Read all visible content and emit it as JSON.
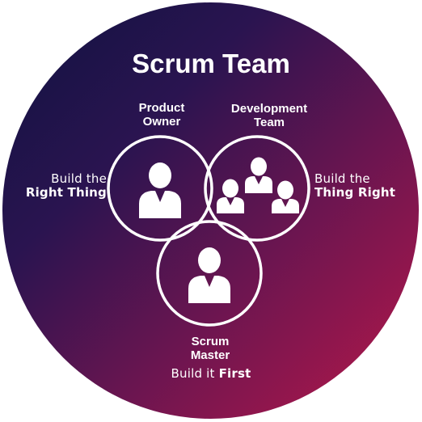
{
  "title": "Scrum Team",
  "roles": {
    "product_owner": {
      "line1": "Product",
      "line2": "Owner"
    },
    "development_team": {
      "line1": "Development",
      "line2": "Team"
    },
    "scrum_master": {
      "line1": "Scrum",
      "line2": "Master"
    }
  },
  "taglines": {
    "left": {
      "line1": "Build the",
      "line2": "Right Thing"
    },
    "right": {
      "line1": "Build the",
      "line2": "Thing Right"
    },
    "bottom": {
      "normal": "Build it ",
      "bold": "First"
    }
  },
  "icons": [
    "person-icon",
    "group-icon",
    "person-icon"
  ],
  "colors": {
    "gradient_start": "#0f1240",
    "gradient_end": "#b8184a",
    "foreground": "#ffffff"
  }
}
